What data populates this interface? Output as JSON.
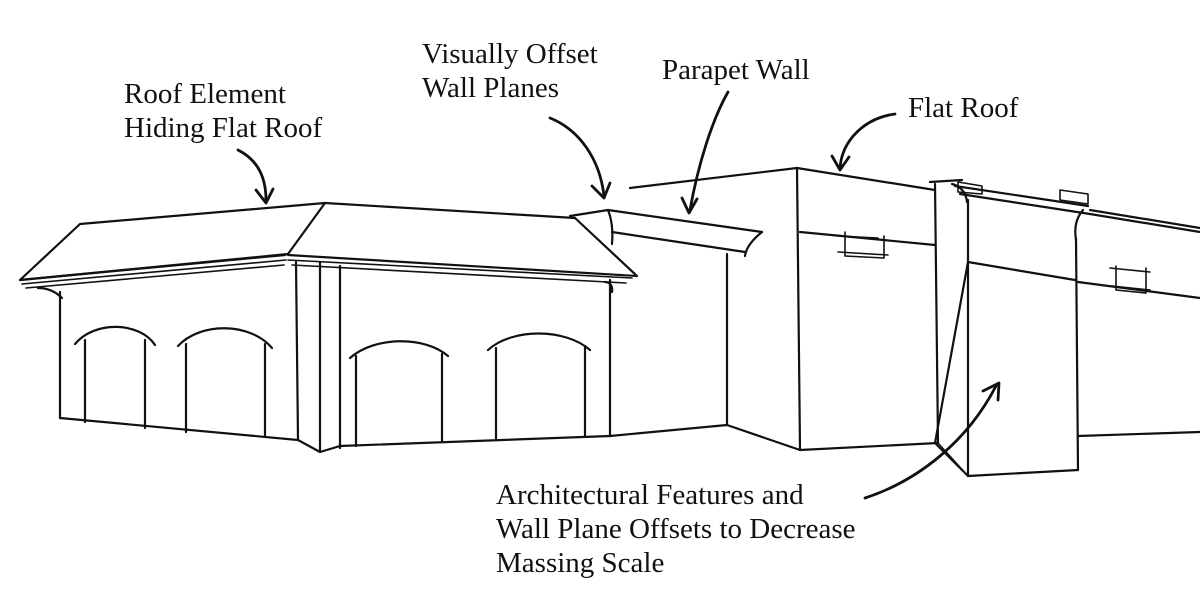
{
  "labels": {
    "roof_element_1": "Roof Element",
    "roof_element_2": "Hiding Flat Roof",
    "offset_planes_1": "Visually Offset",
    "offset_planes_2": "Wall Planes",
    "parapet": "Parapet Wall",
    "flat_roof": "Flat Roof",
    "features_1": "Architectural Features and",
    "features_2": "Wall Plane Offsets to Decrease",
    "features_3": "Massing Scale"
  },
  "colors": {
    "ink": "#111111",
    "paper": "#ffffff"
  }
}
